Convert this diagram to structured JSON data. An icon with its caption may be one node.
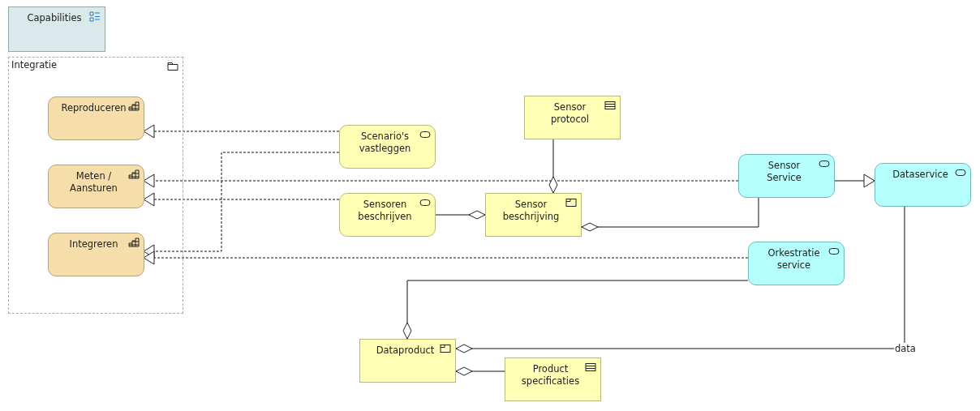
{
  "diagram": {
    "nodes": [
      {
        "text": [
          "Capabilities"
        ]
      },
      {
        "text": [
          "Integratie"
        ]
      },
      {
        "text": [
          "Reproduceren"
        ],
        "in": 1
      },
      {
        "text": [
          "Meten / Aansturen"
        ],
        "in": 1
      },
      {
        "text": [
          "Integreren"
        ],
        "in": 1
      },
      {
        "text": [
          "Scenario's vastleggen"
        ]
      },
      {
        "text": [
          "Sensor protocol"
        ]
      },
      {
        "text": [
          "Sensoren beschrijven"
        ]
      },
      {
        "text": [
          "Sensor beschrijving"
        ]
      },
      {
        "text": [
          "Sensor Service"
        ]
      },
      {
        "text": [
          "Dataservice"
        ]
      },
      {
        "text": [
          "Orkestratie service"
        ]
      },
      {
        "text": [
          "Dataproduct"
        ]
      },
      {
        "text": [
          "Product specificaties"
        ]
      }
    ],
    "edges": [
      {
        "from": 5,
        "to": 2,
        "arrow": "to",
        "style": "dashed"
      },
      {
        "from": 5,
        "to": 4,
        "arrow": "to",
        "style": "dashed"
      },
      {
        "from": 9,
        "to": 3,
        "arrow": "to",
        "style": "dashed"
      },
      {
        "from": 7,
        "to": 3,
        "arrow": "to",
        "style": "dashed"
      },
      {
        "from": 11,
        "to": 4,
        "arrow": "to",
        "style": "dashed"
      },
      {
        "from": 8,
        "to": 6,
        "arrow": "other"
      },
      {
        "from": 8,
        "to": 7,
        "arrow": "other"
      },
      {
        "from": 8,
        "to": 9,
        "arrow": "other"
      },
      {
        "from": 9,
        "to": 10,
        "arrow": "to"
      },
      {
        "from": 12,
        "to": 11,
        "arrow": "other"
      },
      {
        "from": 12,
        "to": 10,
        "arrow": "other",
        "label": "data"
      },
      {
        "from": 12,
        "to": 13,
        "arrow": "other"
      }
    ]
  }
}
